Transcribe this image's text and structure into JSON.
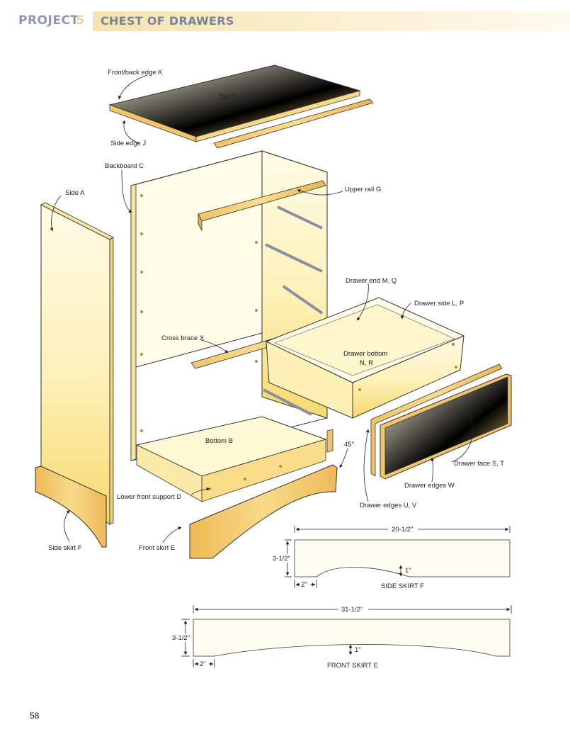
{
  "header": {
    "section": "PROJECT",
    "number": "5",
    "title": "CHEST OF DRAWERS"
  },
  "labels": {
    "front_back_edge": "Front/back edge K",
    "top": "Top H",
    "side_edge": "Side edge J",
    "backboard": "Backboard C",
    "side_a": "Side A",
    "upper_rail": "Upper rail G",
    "drawer_end": "Drawer end M, Q",
    "drawer_side": "Drawer side L, P",
    "cross_brace": "Cross brace X",
    "drawer_bottom_1": "Drawer bottom",
    "drawer_bottom_2": "N, R",
    "bottom": "Bottom B",
    "angle": "45°",
    "drawer_face": "Drawer face S, T",
    "drawer_edges_w": "Drawer edges W",
    "lower_front_support": "Lower front support D",
    "drawer_edges_uv": "Drawer edges U, V",
    "side_skirt": "Side skirt F",
    "front_skirt": "Front skirt E"
  },
  "side_skirt_detail": {
    "length": "20-1/2\"",
    "height": "3-1/2\"",
    "offset": "2\"",
    "rise": "1\"",
    "caption": "SIDE SKIRT F"
  },
  "front_skirt_detail": {
    "length": "31-1/2\"",
    "height": "3-1/2\"",
    "offset": "2\"",
    "rise": "1\"",
    "caption": "FRONT SKIRT E"
  },
  "page_number": "58",
  "colors": {
    "wood_light": "#fdf6c8",
    "wood_mid": "#f9e690",
    "wood_edge": "#e9b85a",
    "outline": "#333333",
    "header_bar": "#f6e3b0",
    "header_text": "#7a8392"
  }
}
